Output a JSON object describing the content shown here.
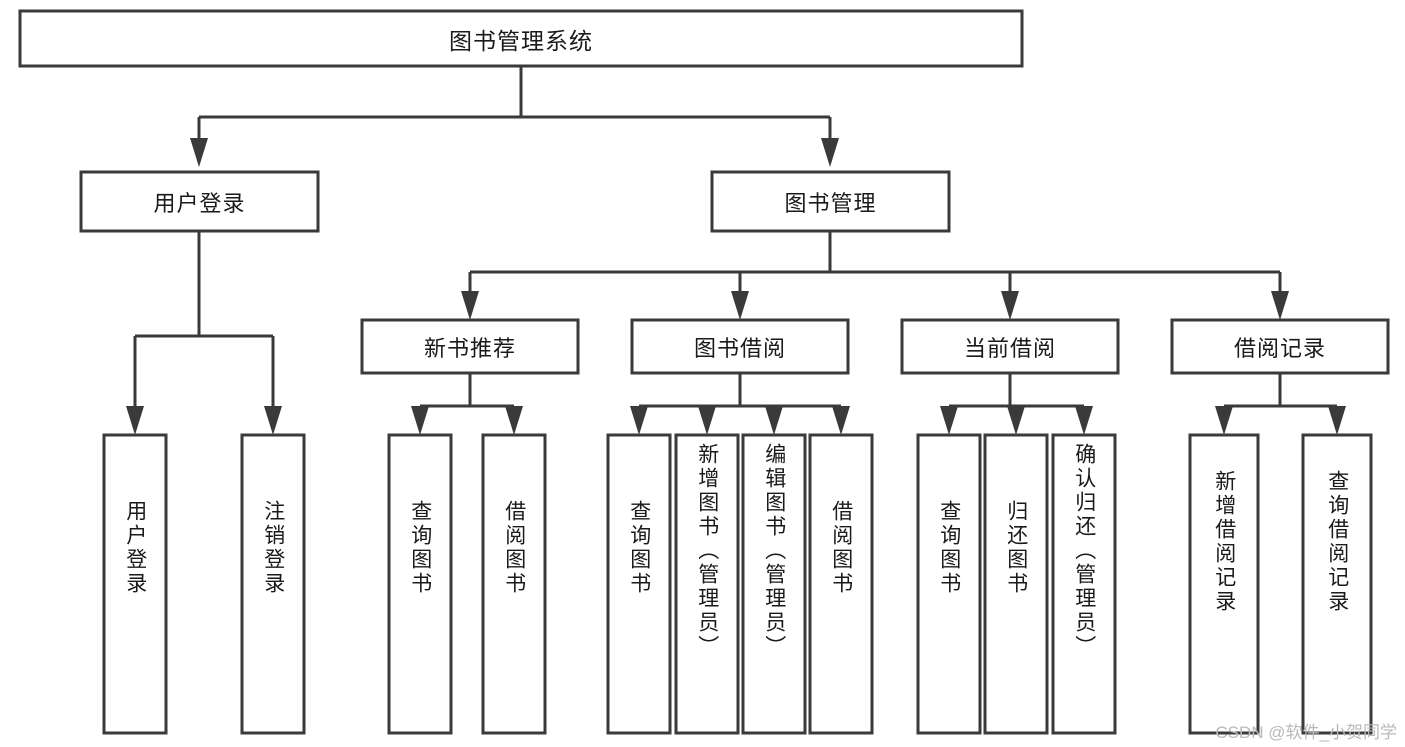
{
  "diagram": {
    "type": "tree-hierarchy-flowchart",
    "title": "图书管理系统",
    "watermark": "CSDN @软件_小贺同学",
    "colors": {
      "stroke": "#3a3a3a",
      "fill": "#ffffff",
      "text": "#1a1a1a",
      "background": "#ffffff",
      "watermark": "#b9b9b9"
    },
    "root": {
      "label": "图书管理系统"
    },
    "level2": [
      {
        "label": "用户登录"
      },
      {
        "label": "图书管理"
      }
    ],
    "level3": [
      {
        "label": "新书推荐"
      },
      {
        "label": "图书借阅"
      },
      {
        "label": "当前借阅"
      },
      {
        "label": "借阅记录"
      }
    ],
    "leaves": {
      "user_login": [
        {
          "label": "用户登录"
        },
        {
          "label": "注销登录"
        }
      ],
      "new_book_recommend": [
        {
          "label": "查询图书"
        },
        {
          "label": "借阅图书"
        }
      ],
      "book_borrow": [
        {
          "label": "查询图书"
        },
        {
          "label": "新增图书（管理员）"
        },
        {
          "label": "编辑图书（管理员）"
        },
        {
          "label": "借阅图书"
        }
      ],
      "current_borrow": [
        {
          "label": "查询图书"
        },
        {
          "label": "归还图书"
        },
        {
          "label": "确认归还（管理员）"
        }
      ],
      "borrow_records": [
        {
          "label": "新增借阅记录"
        },
        {
          "label": "查询借阅记录"
        }
      ]
    }
  }
}
